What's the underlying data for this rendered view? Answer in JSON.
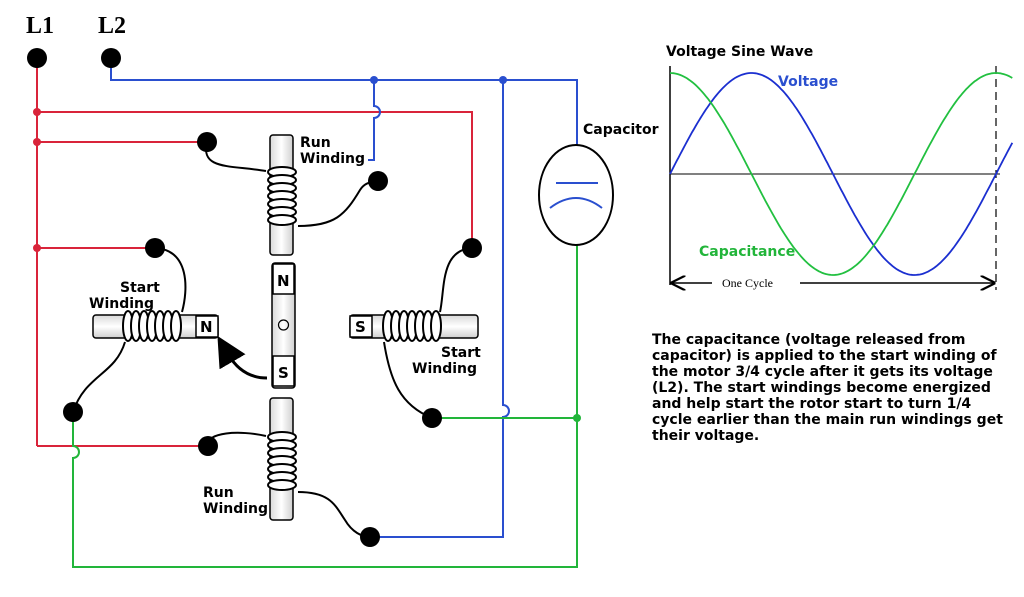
{
  "terminals": {
    "l1": "L1",
    "l2": "L2"
  },
  "labels": {
    "run_winding_top_1": "Run",
    "run_winding_top_2": "Winding",
    "run_winding_bottom_1": "Run",
    "run_winding_bottom_2": "Winding",
    "start_winding_left_1": "Start",
    "start_winding_left_2": "Winding",
    "start_winding_right_1": "Start",
    "start_winding_right_2": "Winding",
    "capacitor": "Capacitor"
  },
  "poles": {
    "north": "N",
    "south": "S",
    "left": "N",
    "right": "S"
  },
  "graph": {
    "title": "Voltage Sine Wave",
    "voltage_label": "Voltage",
    "capacitance_label": "Capacitance",
    "cycle_label": "One Cycle"
  },
  "colors": {
    "l1": "#d9243a",
    "l2": "#2a4fcf",
    "capacitor": "#22b53a",
    "voltage": "#1b2fd0",
    "capacitance": "#22c040"
  },
  "description": "The capacitance (voltage released from capacitor) is applied to the start winding of the motor 3/4 cycle after it gets its voltage (L2).  The start windings become energized and help start the rotor start to turn 1/4 cycle earlier than the main run windings get their voltage."
}
